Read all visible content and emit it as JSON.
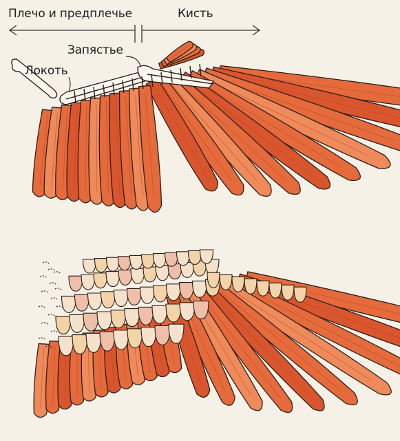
{
  "labels": {
    "upper_arm_forearm": "Плечо и предплечье",
    "hand": "Кисть",
    "wrist": "Запястье",
    "elbow": "Локоть"
  },
  "colors": {
    "paper": "#f6f1e6",
    "feather_dark": "#d9552d",
    "feather_mid": "#e56a3c",
    "feather_light": "#ef8a5a",
    "covert_cream": "#f2d4a8",
    "covert_pale": "#f5e2cd",
    "covert_pink": "#efbfa9",
    "ink": "#2a1f1a"
  },
  "illustrations": [
    {
      "name": "upper-wing-with-skeleton"
    },
    {
      "name": "lower-wing-full-feathers"
    }
  ]
}
